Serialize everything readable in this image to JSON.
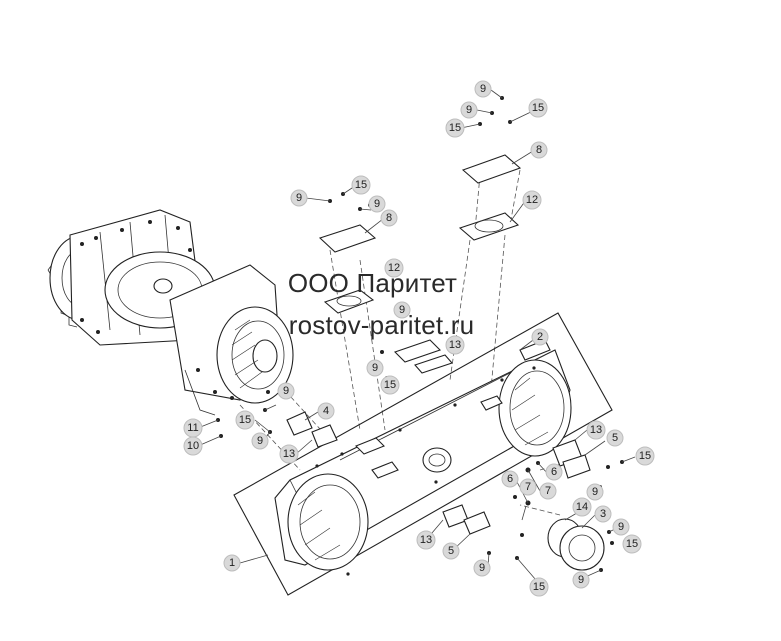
{
  "watermark": {
    "line1": "ООО Паритет",
    "line2": "rostov-paritet.ru"
  },
  "callouts": [
    {
      "id": "c9a",
      "label": "9"
    },
    {
      "id": "c9b",
      "label": "9"
    },
    {
      "id": "c15a",
      "label": "15"
    },
    {
      "id": "c15b",
      "label": "15"
    },
    {
      "id": "c8a",
      "label": "8"
    },
    {
      "id": "c12a",
      "label": "12"
    },
    {
      "id": "c9c",
      "label": "9"
    },
    {
      "id": "c15c",
      "label": "15"
    },
    {
      "id": "c9d",
      "label": "9"
    },
    {
      "id": "c8b",
      "label": "8"
    },
    {
      "id": "c12b",
      "label": "12"
    },
    {
      "id": "c9e",
      "label": "9"
    },
    {
      "id": "c13a",
      "label": "13"
    },
    {
      "id": "c9f",
      "label": "9"
    },
    {
      "id": "c15d",
      "label": "15"
    },
    {
      "id": "c2",
      "label": "2"
    },
    {
      "id": "c9g",
      "label": "9"
    },
    {
      "id": "c15e",
      "label": "15"
    },
    {
      "id": "c4",
      "label": "4"
    },
    {
      "id": "c11",
      "label": "11"
    },
    {
      "id": "c10",
      "label": "10"
    },
    {
      "id": "c9h",
      "label": "9"
    },
    {
      "id": "c13b",
      "label": "13"
    },
    {
      "id": "c13c",
      "label": "13"
    },
    {
      "id": "c5a",
      "label": "5"
    },
    {
      "id": "c15f",
      "label": "15"
    },
    {
      "id": "c6a",
      "label": "6"
    },
    {
      "id": "c7a",
      "label": "7"
    },
    {
      "id": "c9i",
      "label": "9"
    },
    {
      "id": "c6b",
      "label": "6"
    },
    {
      "id": "c7b",
      "label": "7"
    },
    {
      "id": "c14",
      "label": "14"
    },
    {
      "id": "c3",
      "label": "3"
    },
    {
      "id": "c9j",
      "label": "9"
    },
    {
      "id": "c13d",
      "label": "13"
    },
    {
      "id": "c15g",
      "label": "15"
    },
    {
      "id": "c5b",
      "label": "5"
    },
    {
      "id": "c9k",
      "label": "9"
    },
    {
      "id": "c15h",
      "label": "15"
    },
    {
      "id": "c9l",
      "label": "9"
    },
    {
      "id": "c1",
      "label": "1"
    }
  ]
}
